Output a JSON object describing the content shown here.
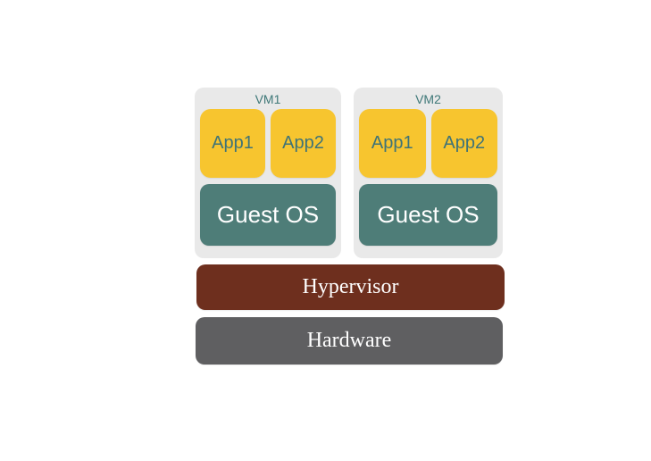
{
  "diagram": {
    "type": "virtualization-architecture",
    "vms": [
      {
        "label": "VM1",
        "apps": [
          {
            "label": "App1"
          },
          {
            "label": "App2"
          }
        ],
        "os": {
          "label": "Guest OS"
        }
      },
      {
        "label": "VM2",
        "apps": [
          {
            "label": "App1"
          },
          {
            "label": "App2"
          }
        ],
        "os": {
          "label": "Guest OS"
        }
      }
    ],
    "layers": [
      {
        "label": "Hypervisor",
        "color": "#6e2f1e"
      },
      {
        "label": "Hardware",
        "color": "#5f5f61"
      }
    ],
    "colors": {
      "background": "#ffffff",
      "vm_container_fill": "#e9e9e9",
      "vm_label_text": "#3e7878",
      "app_fill": "#f7c52f",
      "app_text": "#3e7378",
      "guest_os_fill": "#4e7d78",
      "guest_os_text": "#ffffff",
      "layer_text": "#ffffff"
    }
  }
}
